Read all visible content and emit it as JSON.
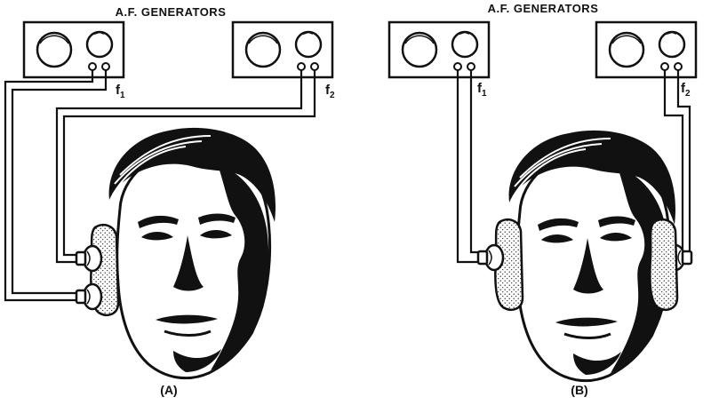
{
  "panels": [
    {
      "title": "A.F. GENERATORS",
      "caption": "(A)",
      "generators": [
        {
          "label": "f",
          "sub": "1"
        },
        {
          "label": "f",
          "sub": "2"
        }
      ],
      "configuration": "both-signals-one-ear"
    },
    {
      "title": "A.F. GENERATORS",
      "caption": "(B)",
      "generators": [
        {
          "label": "f",
          "sub": "1"
        },
        {
          "label": "f",
          "sub": "2"
        }
      ],
      "configuration": "one-signal-each-ear"
    }
  ],
  "icons": {
    "generator": "generator-box-icon",
    "earphone": "earphone-icon",
    "head": "head-illustration"
  }
}
